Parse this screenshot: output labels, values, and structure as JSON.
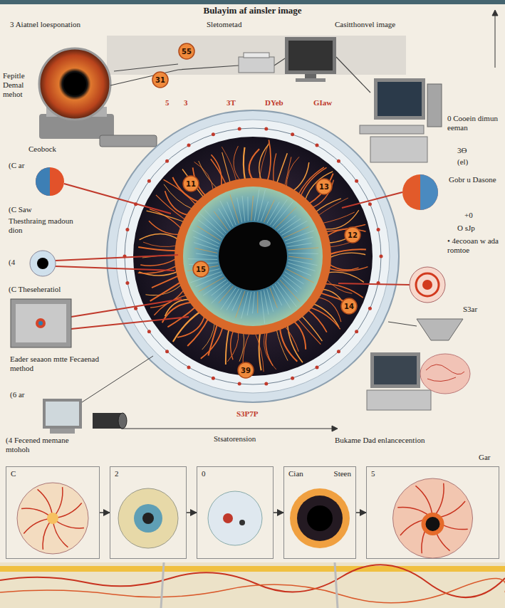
{
  "diagram": {
    "title": "Bulayim af ainsler image",
    "nodes": [
      {
        "text": [
          "55"
        ]
      },
      {
        "text": [
          "31"
        ]
      },
      {
        "text": [
          "11"
        ]
      },
      {
        "text": [
          "13"
        ]
      },
      {
        "text": [
          "12"
        ]
      },
      {
        "text": [
          "15"
        ]
      },
      {
        "text": [
          "14"
        ]
      },
      {
        "text": [
          "39"
        ]
      },
      {
        "text": [
          "C"
        ]
      },
      {
        "text": [
          "2"
        ]
      },
      {
        "text": [
          "0"
        ]
      },
      {
        "text": [
          "Cian",
          "Steen"
        ]
      },
      {
        "text": [
          "5"
        ]
      }
    ],
    "edges": [
      {
        "from": 8,
        "to": 9,
        "arrow": "to"
      },
      {
        "from": 9,
        "to": 10,
        "arrow": "to"
      },
      {
        "from": 10,
        "to": 11,
        "arrow": "to"
      },
      {
        "from": 11,
        "to": 12,
        "arrow": "to"
      }
    ],
    "labels": [
      "3 Aiatnel loesponation",
      "Sletometad",
      "Casitthonvel image",
      "Fepitle Demal mehot",
      "0 Cooein dimun eeman",
      "3Ɵ",
      "(el)",
      "Gobr u Dasone",
      "Ceobock",
      "5",
      "3",
      "3T",
      "DYeb",
      "GIaw",
      "(C ar",
      "(C Saw",
      "Thesthraing madoun dion",
      "(4",
      "(C Theseheratiol",
      "Eader seaaon mtte Fecaenad method",
      "(6 ar",
      "(4 Fecened memane mtohoh",
      "+0",
      "O sJp",
      "• 4ecooan w ada romtoe",
      "S3ar",
      "Stsatorension",
      "Bukame Dad enlancecention",
      "S3P7P",
      "Gar"
    ]
  }
}
